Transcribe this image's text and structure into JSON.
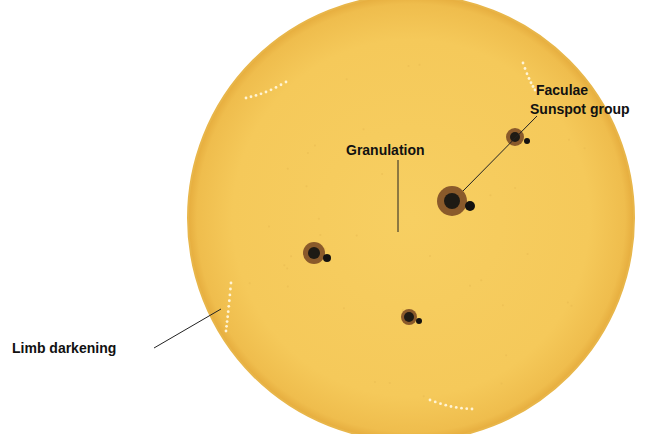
{
  "diagram": {
    "labels": [
      "Faculae",
      "Sunspot group",
      "Granulation",
      "Limb darkening"
    ]
  }
}
